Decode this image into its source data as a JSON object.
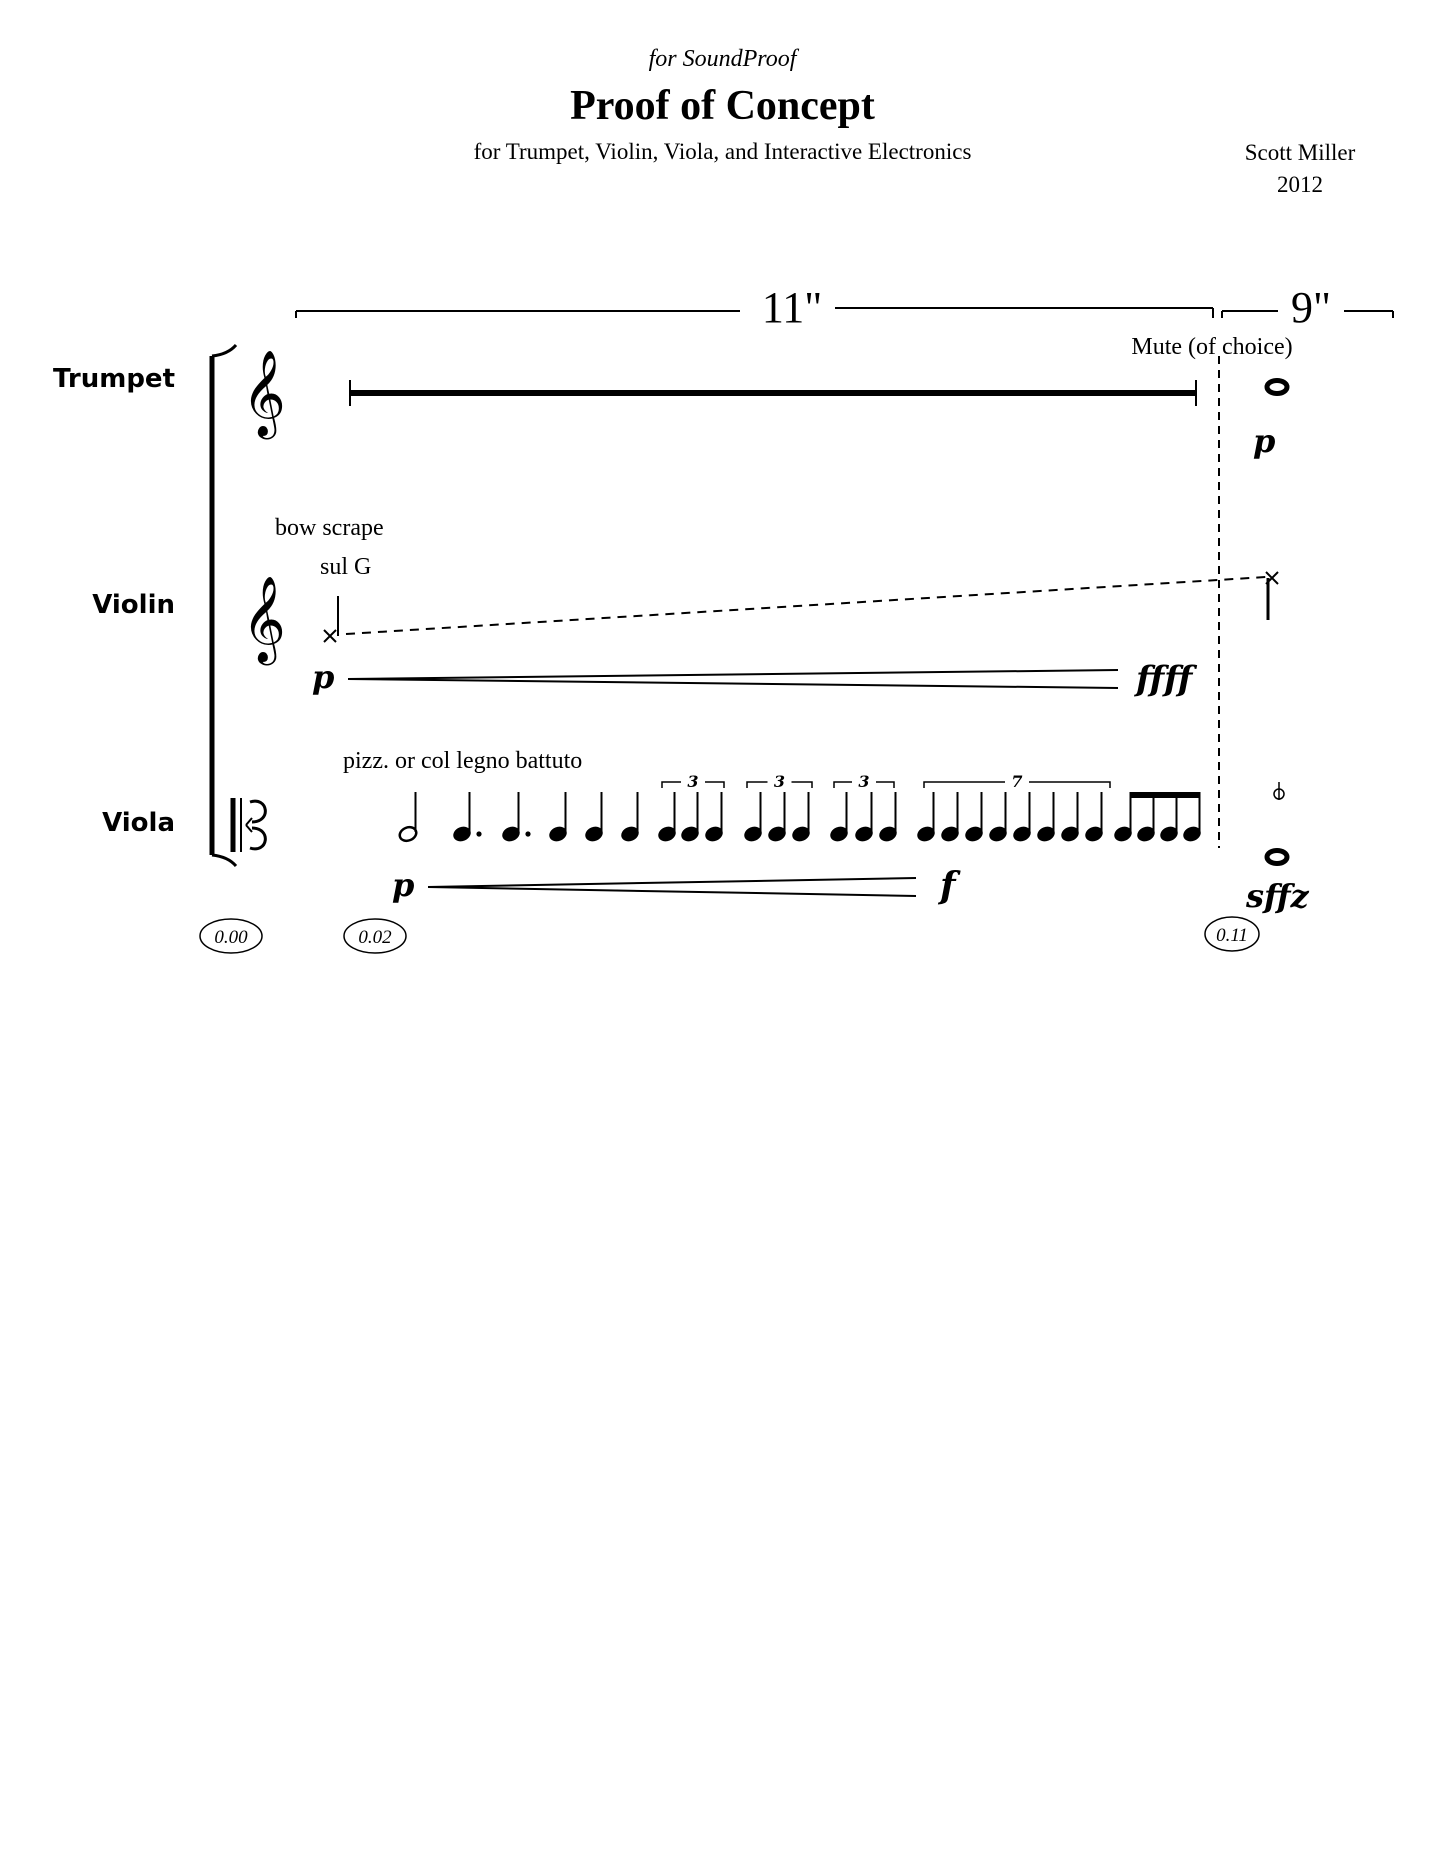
{
  "header": {
    "dedication": "for SoundProof",
    "title": "Proof of Concept",
    "subtitle": "for Trumpet, Violin, Viola, and Interactive Electronics",
    "composer": "Scott Miller",
    "year": "2012"
  },
  "durations": {
    "first": "11\"",
    "second": "9\""
  },
  "instruments": {
    "trumpet": "Trumpet",
    "violin": "Violin",
    "viola": "Viola"
  },
  "trumpet": {
    "technique": "Mute (of choice)",
    "dynamic": "p"
  },
  "violin": {
    "technique": "bow scrape",
    "string": "sul G",
    "dynamic_start": "p",
    "dynamic_end": "ffff"
  },
  "viola": {
    "technique": "pizz. or col legno battuto",
    "dynamic_start": "p",
    "dynamic_end": "f",
    "dynamic_final": "sffz",
    "tuplets": [
      "3",
      "3",
      "3",
      "7"
    ]
  },
  "timepoints": [
    "0.00",
    "0.02",
    "0.11"
  ]
}
